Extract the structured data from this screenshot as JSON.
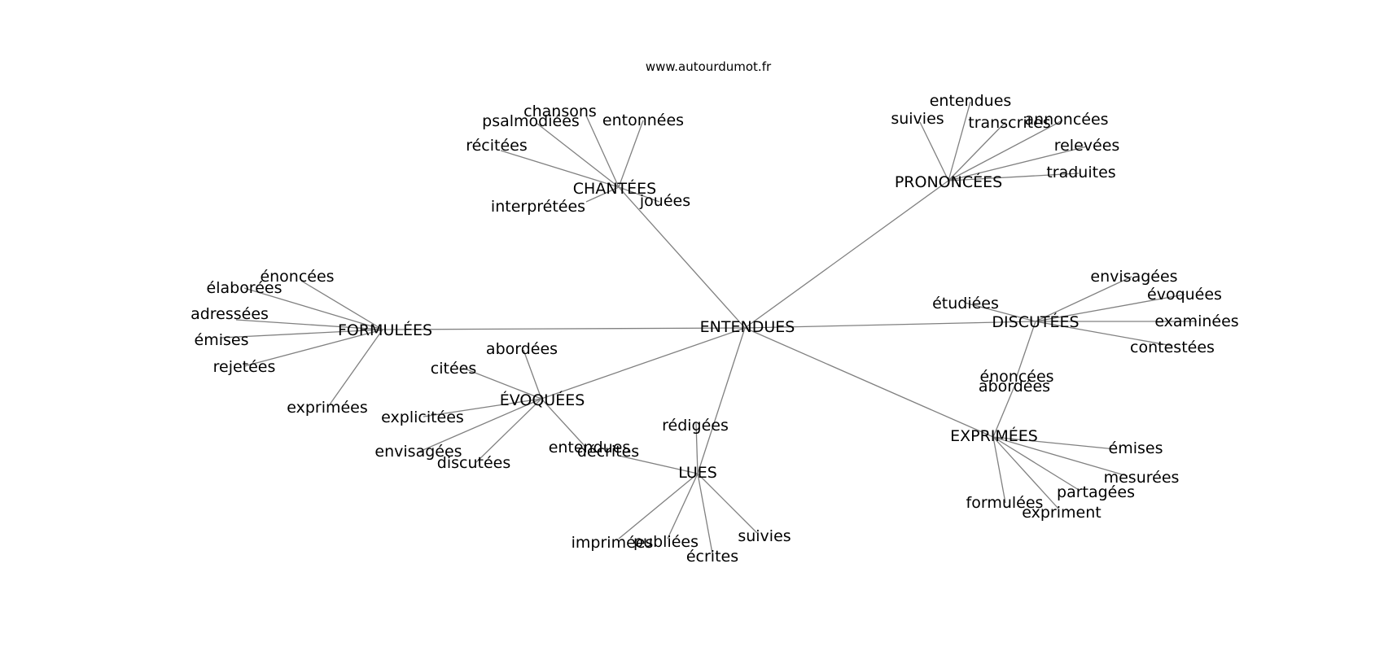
{
  "source_label": "www.autourdumot.fr",
  "graph": {
    "center": "ENTENDUES",
    "clusters": [
      {
        "hub": "CHANTÉES",
        "leaves": [
          "chansons",
          "psalmodiées",
          "entonnées",
          "récitées",
          "interprétées",
          "jouées"
        ]
      },
      {
        "hub": "PRONONCÉES",
        "leaves": [
          "entendues",
          "suivies",
          "transcrites",
          "annoncées",
          "relevées",
          "traduites"
        ]
      },
      {
        "hub": "FORMULÉES",
        "leaves": [
          "énoncées",
          "élaborées",
          "adressées",
          "émises",
          "rejetées",
          "exprimées"
        ]
      },
      {
        "hub": "DISCUTÉES",
        "leaves": [
          "envisagées",
          "évoquées",
          "étudiées",
          "examinées",
          "contestées",
          "énoncées"
        ]
      },
      {
        "hub": "ÉVOQUÉES",
        "leaves": [
          "abordées",
          "citées",
          "explicitées",
          "envisagées",
          "discutées",
          "entendues"
        ]
      },
      {
        "hub": "EXPRIMÉES",
        "leaves": [
          "abordées",
          "émises",
          "mesurées",
          "partagées",
          "formulées",
          "expriment"
        ]
      },
      {
        "hub": "LUES",
        "leaves": [
          "rédigées",
          "décrites",
          "imprimées",
          "publiées",
          "suivies",
          "écrites"
        ]
      }
    ]
  }
}
